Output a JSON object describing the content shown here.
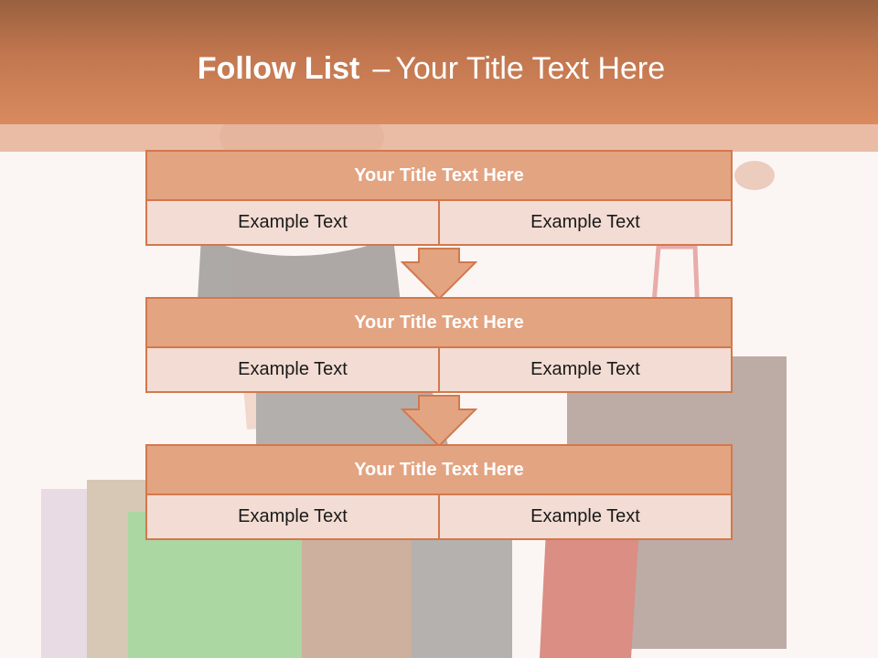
{
  "header": {
    "title_bold": "Follow List",
    "title_separator": "–",
    "title_rest": "Your Title Text Here"
  },
  "steps": [
    {
      "title": "Your Title Text Here",
      "left": "Example Text",
      "right": "Example Text"
    },
    {
      "title": "Your Title Text Here",
      "left": "Example Text",
      "right": "Example Text"
    },
    {
      "title": "Your Title Text Here",
      "left": "Example Text",
      "right": "Example Text"
    }
  ],
  "colors": {
    "header_dark": "#99603f",
    "header_light": "#d98a5e",
    "box_title_fill": "#e3a482",
    "box_cell_fill": "#f2dcd3",
    "border": "#d3784c"
  }
}
